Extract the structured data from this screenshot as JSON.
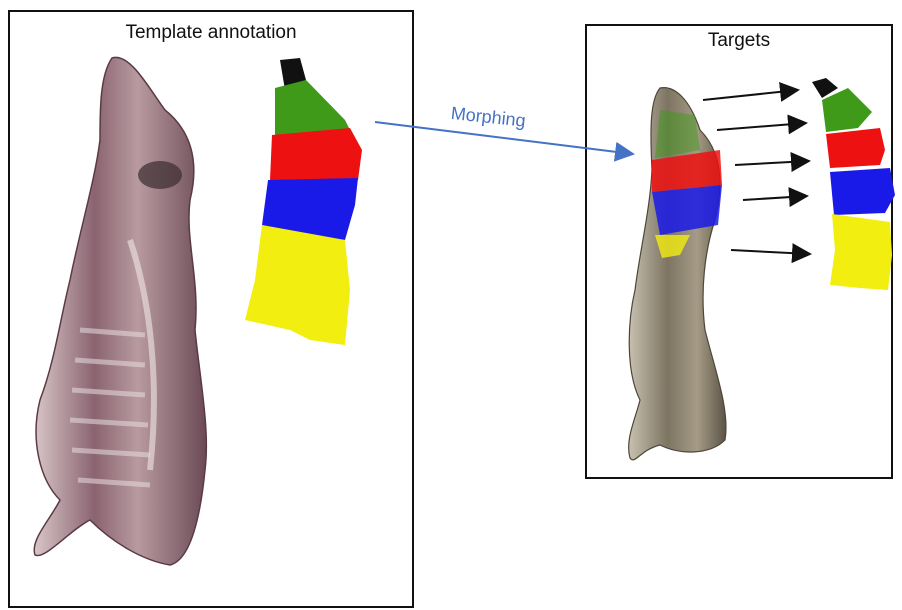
{
  "template_panel": {
    "title": "Template annotation"
  },
  "target_panel": {
    "title": "Targets"
  },
  "morph": {
    "label": "Morphing",
    "color": "#4472c4"
  },
  "segment_colors": {
    "neck": "#111111",
    "upper": "#3f9a1a",
    "middle": "#ee1111",
    "lower": "#1a1ae8",
    "bottom": "#f2ee10"
  },
  "icons": [
    "carcass-image",
    "segmented-template",
    "segmented-target-pieces",
    "arrow-icon"
  ]
}
